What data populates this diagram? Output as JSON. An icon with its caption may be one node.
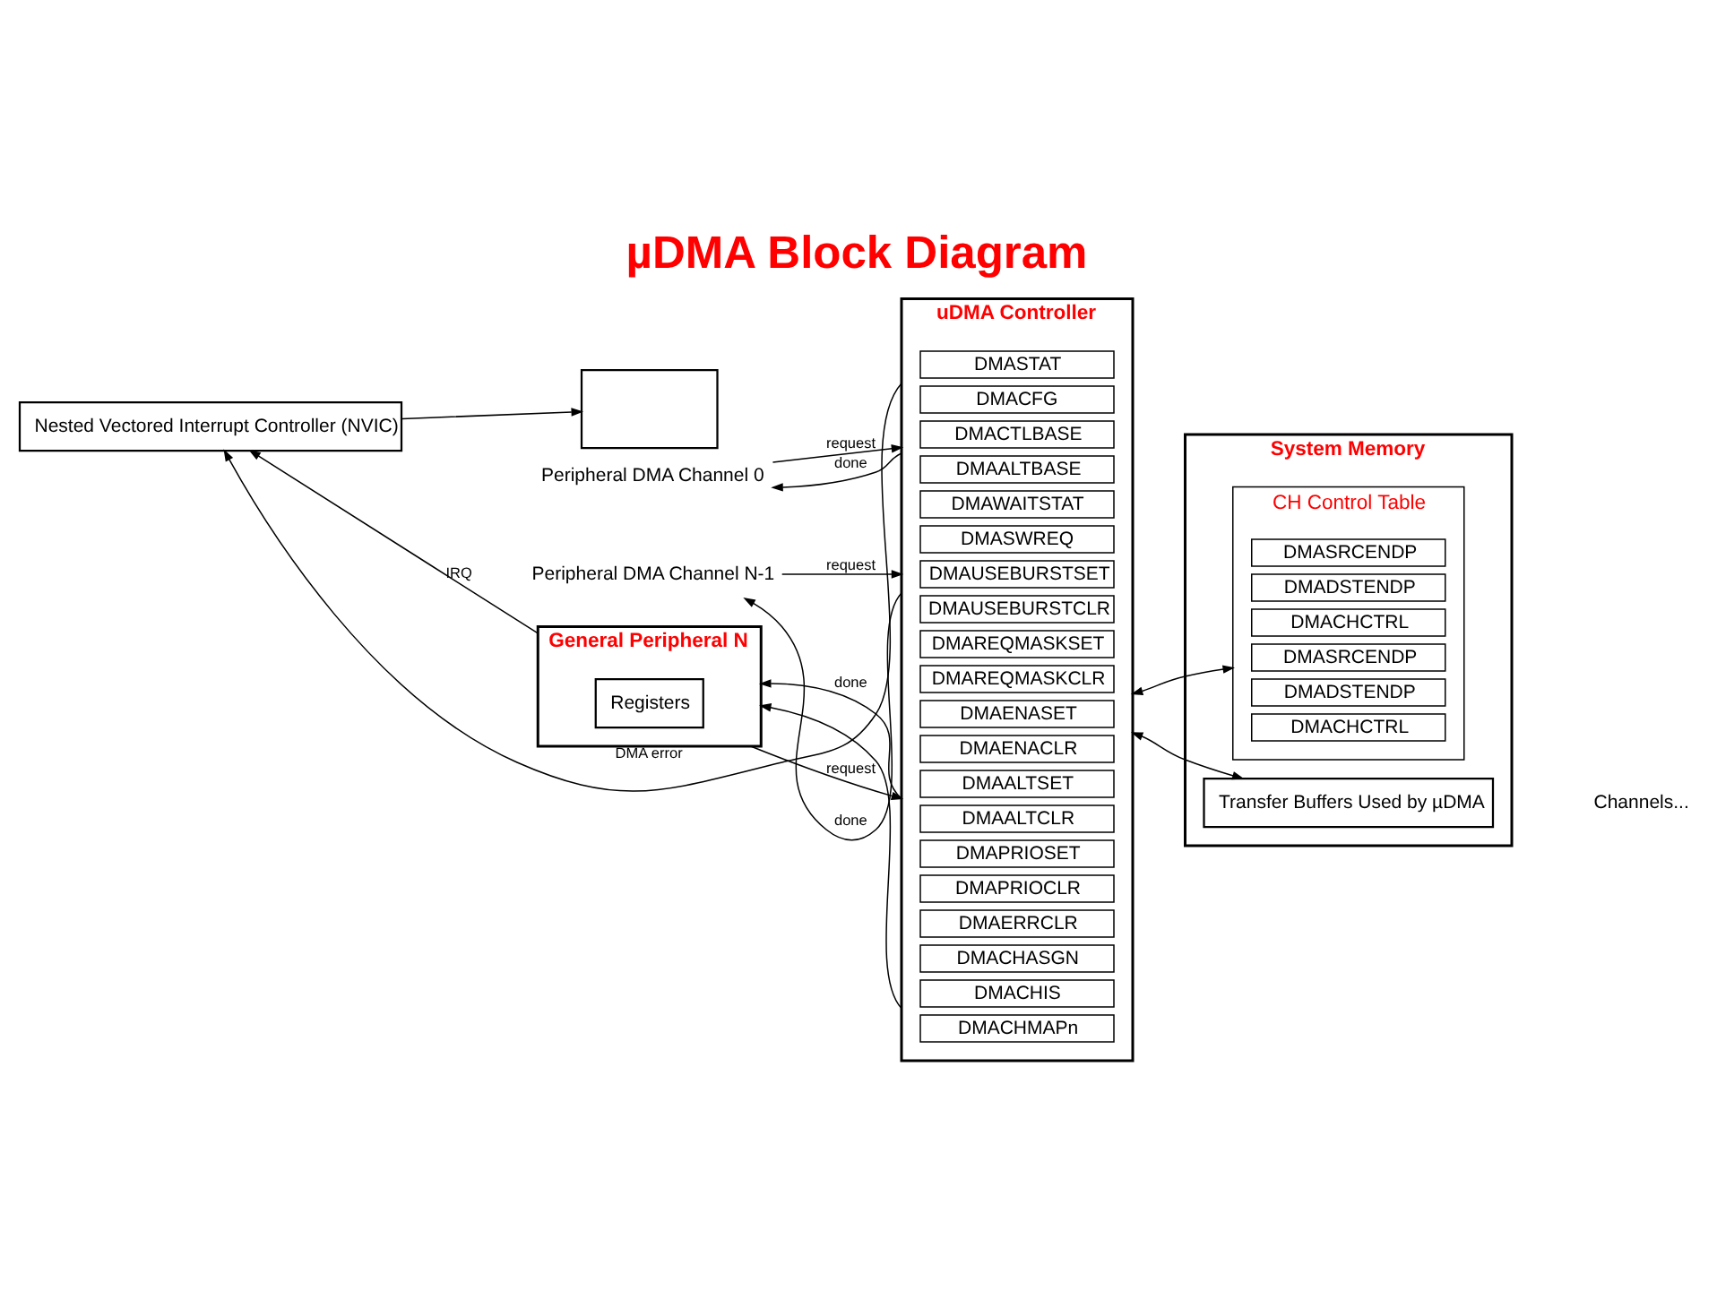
{
  "diagram": {
    "title": "µDMA Block Diagram",
    "nodes": [
      {
        "text": [
          "uDMA Controller"
        ]
      },
      {
        "text": [
          "DMASTAT"
        ],
        "in": 0
      },
      {
        "text": [
          "DMACFG"
        ],
        "in": 0
      },
      {
        "text": [
          "DMACTLBASE"
        ],
        "in": 0
      },
      {
        "text": [
          "DMAALTBASE"
        ],
        "in": 0
      },
      {
        "text": [
          "DMAWAITSTAT"
        ],
        "in": 0
      },
      {
        "text": [
          "DMASWREQ"
        ],
        "in": 0
      },
      {
        "text": [
          "DMAUSEBURSTSET"
        ],
        "in": 0
      },
      {
        "text": [
          "DMAUSEBURSTCLR"
        ],
        "in": 0
      },
      {
        "text": [
          "DMAREQMASKSET"
        ],
        "in": 0
      },
      {
        "text": [
          "DMAREQMASKCLR"
        ],
        "in": 0
      },
      {
        "text": [
          "DMAENASET"
        ],
        "in": 0
      },
      {
        "text": [
          "DMAENACLR"
        ],
        "in": 0
      },
      {
        "text": [
          "DMAALTSET"
        ],
        "in": 0
      },
      {
        "text": [
          "DMAALTCLR"
        ],
        "in": 0
      },
      {
        "text": [
          "DMAPRIOSET"
        ],
        "in": 0
      },
      {
        "text": [
          "DMAPRIOCLR"
        ],
        "in": 0
      },
      {
        "text": [
          "DMAERRCLR"
        ],
        "in": 0
      },
      {
        "text": [
          "DMACHASGN"
        ],
        "in": 0
      },
      {
        "text": [
          "DMACHIS"
        ],
        "in": 0
      },
      {
        "text": [
          "DMACHMAPn"
        ],
        "in": 0
      },
      {
        "text": [
          "System Memory"
        ]
      },
      {
        "text": [
          "CH Control Table"
        ],
        "in": 21
      },
      {
        "text": [
          "DMASRCENDP"
        ],
        "in": 22
      },
      {
        "text": [
          "DMADSTENDP"
        ],
        "in": 22
      },
      {
        "text": [
          "DMACHCTRL"
        ],
        "in": 22
      },
      {
        "text": [
          "DMASRCENDP"
        ],
        "in": 22
      },
      {
        "text": [
          "DMADSTENDP"
        ],
        "in": 22
      },
      {
        "text": [
          "DMACHCTRL"
        ],
        "in": 22
      },
      {
        "text": [
          "Transfer Buffers Used by µDMA"
        ],
        "in": 21
      },
      {
        "text": [
          "Peripheral DMA Channel 0"
        ]
      },
      {
        "text": [
          "Peripheral DMA Channel N-1"
        ]
      },
      {
        "text": [
          "General Peripheral N"
        ]
      },
      {
        "text": [
          "Registers"
        ],
        "in": 32
      },
      {
        "text": [
          "Nested Vectored Interrupt Controller (NVIC)"
        ]
      },
      {
        "text": [],
        "shape": "box"
      }
    ],
    "edges": [
      {
        "from": 0,
        "to": 34,
        "label": "DMA error",
        "arrow": "to"
      },
      {
        "from": 30,
        "to": 0,
        "label": "request",
        "arrow": "to"
      },
      {
        "from": 0,
        "to": 30,
        "label": "done",
        "arrow": "to"
      },
      {
        "from": 31,
        "to": 0,
        "label": "request",
        "arrow": "to"
      },
      {
        "from": 0,
        "to": 31,
        "label": "done",
        "arrow": "to"
      },
      {
        "from": 32,
        "to": 34,
        "label": "IRQ",
        "arrow": "to"
      },
      {
        "from": 32,
        "to": 0,
        "label": "request",
        "arrow": "to"
      },
      {
        "from": 0,
        "to": 32,
        "label": "done",
        "arrow": "to"
      },
      {
        "from": 34,
        "to": 35,
        "arrow": "to"
      },
      {
        "from": 0,
        "to": 32,
        "arrow": "to"
      },
      {
        "from": 0,
        "to": 22,
        "arrow": "both"
      },
      {
        "from": 0,
        "to": 29,
        "arrow": "both"
      }
    ],
    "labels": [
      "Channels..."
    ]
  }
}
